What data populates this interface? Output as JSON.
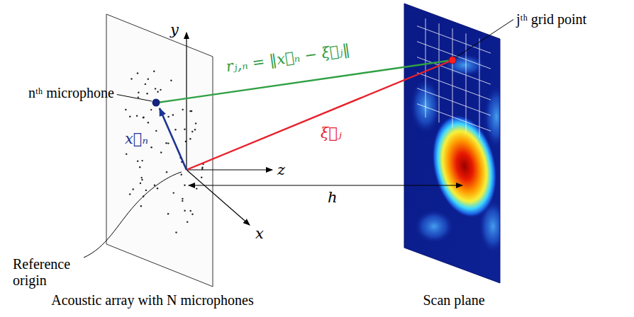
{
  "diagram": {
    "labels": [
      "nᵗʰ microphone",
      "y",
      "z",
      "x",
      "x⃗ₙ",
      "rⱼ,ₙ = ‖x⃗ₙ − ξ⃗ⱼ‖",
      "ξ⃗ⱼ",
      "h",
      "jᵗʰ grid point",
      "Reference origin",
      "Acoustic array with N microphones",
      "Scan plane"
    ]
  }
}
